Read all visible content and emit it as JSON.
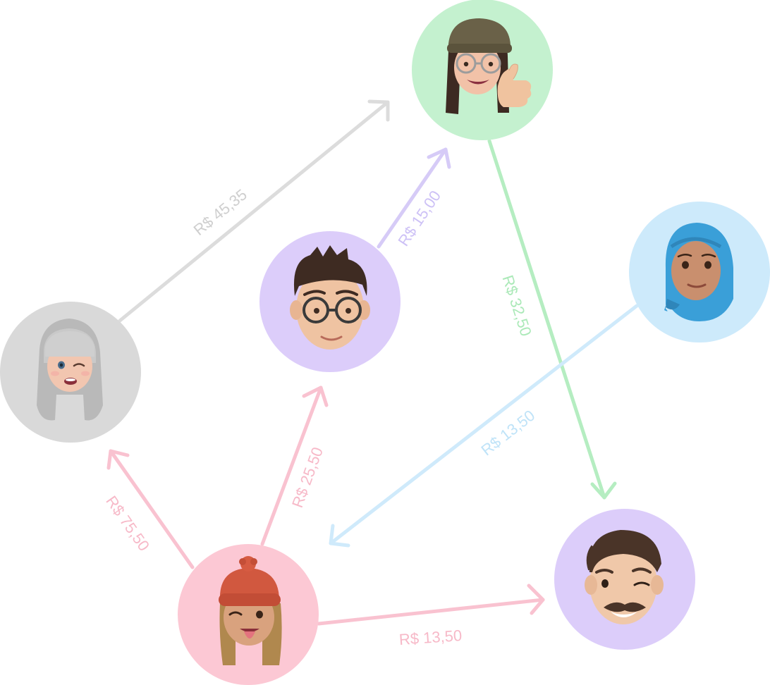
{
  "colors": {
    "gray": "#d9d9d9",
    "green": "#c4f1cf",
    "purple": "#dccdfa",
    "blue": "#cdeafb",
    "pink": "#fcc8d4",
    "gray_stroke": "#dcdcdc",
    "green_stroke": "#b5edc1",
    "purple_stroke": "#d6cbf7",
    "blue_stroke": "#cfeafb",
    "pink_stroke": "#f9c2d0",
    "gray_text": "#cfcfcf",
    "green_text": "#abe9b8",
    "purple_text": "#cdc1f6",
    "blue_text": "#bfe3f8",
    "pink_text": "#f7b9c8"
  },
  "people": [
    {
      "id": "gray-haired-woman",
      "avatar": "memoji-woman-gray-hair-wink",
      "color": "gray"
    },
    {
      "id": "woman-beanie-glasses",
      "avatar": "memoji-woman-beanie-thumbs-up",
      "color": "green"
    },
    {
      "id": "man-glasses",
      "avatar": "memoji-man-round-glasses",
      "color": "purple"
    },
    {
      "id": "woman-hijab",
      "avatar": "memoji-woman-blue-hijab",
      "color": "blue"
    },
    {
      "id": "woman-orange-beanie",
      "avatar": "memoji-woman-orange-beanie-tongue",
      "color": "pink"
    },
    {
      "id": "man-mustache",
      "avatar": "memoji-man-mustache-wink",
      "color": "purple"
    }
  ],
  "transfers": [
    {
      "from": "gray-haired-woman",
      "to": "woman-beanie-glasses",
      "amount": "R$ 45,35",
      "color": "gray"
    },
    {
      "from": "man-glasses",
      "to": "woman-beanie-glasses",
      "amount": "R$ 15,00",
      "color": "purple"
    },
    {
      "from": "woman-beanie-glasses",
      "to": "man-mustache",
      "amount": "R$ 32,50",
      "color": "green"
    },
    {
      "from": "woman-hijab",
      "to": "woman-orange-beanie",
      "amount": "R$ 13,50",
      "color": "blue"
    },
    {
      "from": "woman-orange-beanie",
      "to": "gray-haired-woman",
      "amount": "R$ 75,50",
      "color": "pink"
    },
    {
      "from": "woman-orange-beanie",
      "to": "man-glasses",
      "amount": "R$ 25,50",
      "color": "pink"
    },
    {
      "from": "woman-orange-beanie",
      "to": "man-mustache",
      "amount": "R$ 13,50",
      "color": "pink"
    }
  ]
}
